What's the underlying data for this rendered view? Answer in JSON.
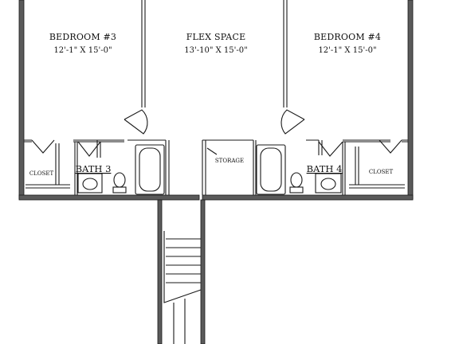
{
  "rooms": {
    "bedroom3": {
      "name": "BEDROOM #3",
      "dims": "12'-1\" X 15'-0\""
    },
    "flex": {
      "name": "FLEX SPACE",
      "dims": "13'-10\" X 15'-0\""
    },
    "bedroom4": {
      "name": "BEDROOM #4",
      "dims": "12'-1\" X 15'-0\""
    },
    "closet_left": "CLOSET",
    "closet_right": "CLOSET",
    "bath3": "BATH 3",
    "bath4": "BATH 4",
    "storage": "STORAGE"
  }
}
